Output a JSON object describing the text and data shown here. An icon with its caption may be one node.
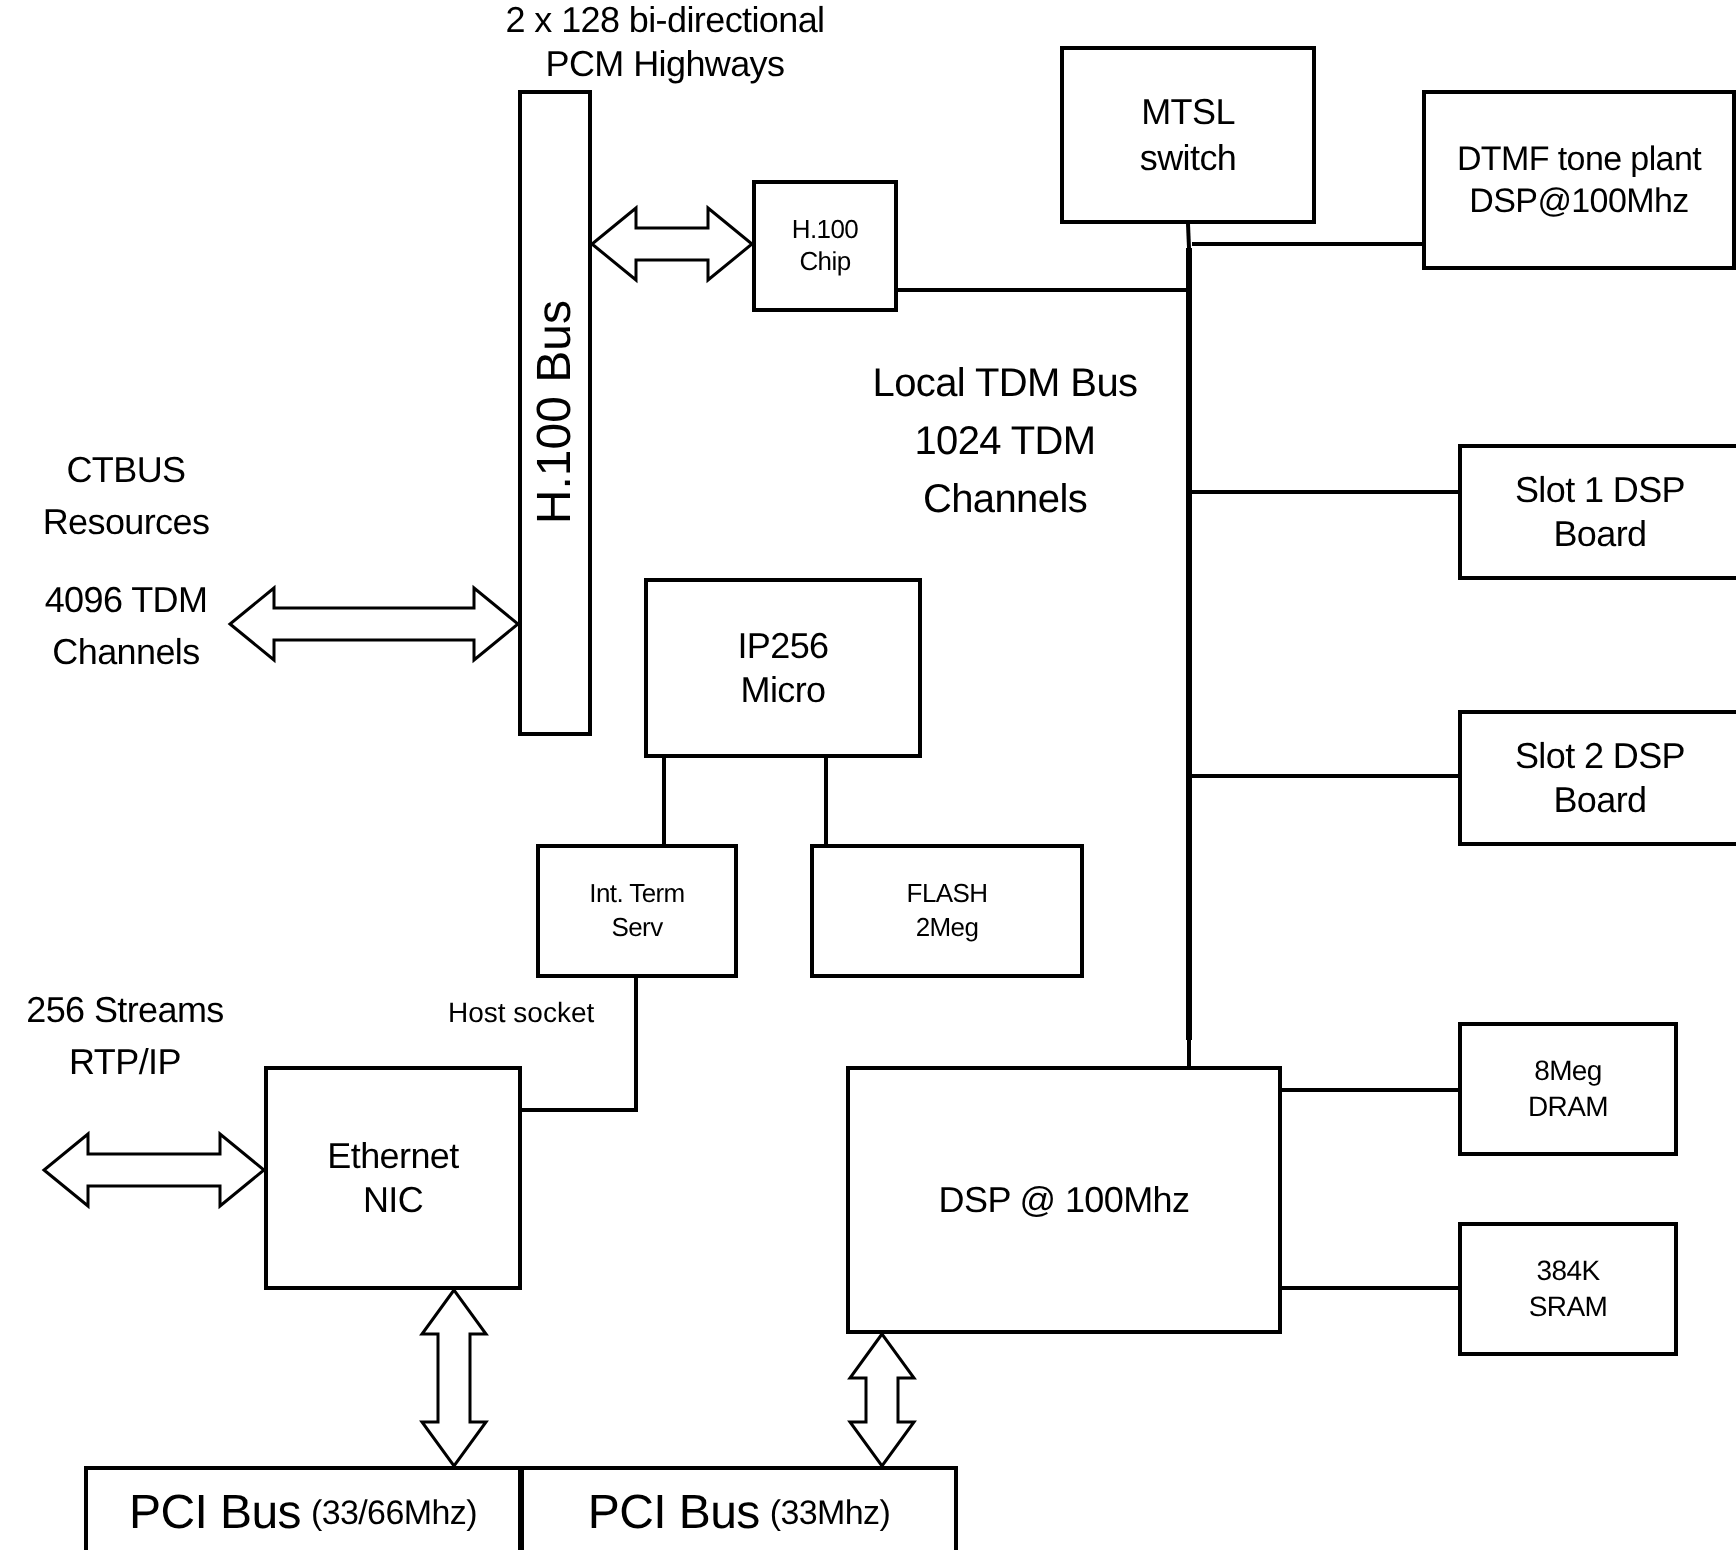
{
  "diagram": {
    "nodes": [
      {
        "text": [
          "H.100 Bus"
        ]
      },
      {
        "text": [
          "H.100 Chip"
        ]
      },
      {
        "text": [
          "MTSL switch"
        ]
      },
      {
        "text": [
          "DTMF tone plant DSP@100Mhz"
        ]
      },
      {
        "text": [],
        "shape": "bar",
        "beside": [
          "Local TDM Bus 1024 TDM Channels"
        ]
      },
      {
        "text": [
          "Slot 1 DSP Board"
        ]
      },
      {
        "text": [
          "Slot 2 DSP Board"
        ]
      },
      {
        "text": [
          "IP256 Micro"
        ]
      },
      {
        "text": [
          "Int. Term Serv"
        ]
      },
      {
        "text": [
          "FLASH 2Meg"
        ]
      },
      {
        "text": [
          "Ethernet NIC"
        ]
      },
      {
        "text": [
          "DSP @ 100Mhz"
        ]
      },
      {
        "text": [
          "8Meg DRAM"
        ]
      },
      {
        "text": [
          "384K SRAM"
        ]
      },
      {
        "text": [
          "PCI Bus",
          "(33/66Mhz)"
        ]
      },
      {
        "text": [
          "PCI Bus",
          "(33Mhz)"
        ]
      }
    ],
    "edges": [
      {
        "from": 0,
        "to": 1,
        "arrow": "both",
        "style": "thick"
      },
      {
        "from": null,
        "to": 0,
        "arrow": "both",
        "style": "thick"
      },
      {
        "from": 1,
        "to": 4,
        "arrow": "none"
      },
      {
        "from": 2,
        "to": 4,
        "arrow": "none"
      },
      {
        "from": 3,
        "to": 4,
        "arrow": "none"
      },
      {
        "from": 5,
        "to": 4,
        "arrow": "none"
      },
      {
        "from": 6,
        "to": 4,
        "arrow": "none"
      },
      {
        "from": 7,
        "to": 8,
        "arrow": "none"
      },
      {
        "from": 7,
        "to": 9,
        "arrow": "none"
      },
      {
        "from": 8,
        "to": 10,
        "arrow": "none",
        "label": "Host socket"
      },
      {
        "from": null,
        "to": 10,
        "arrow": "both",
        "style": "thick"
      },
      {
        "from": 10,
        "to": 14,
        "arrow": "both",
        "style": "thick"
      },
      {
        "from": 11,
        "to": 15,
        "arrow": "both",
        "style": "thick"
      },
      {
        "from": 11,
        "to": 4,
        "arrow": "none"
      },
      {
        "from": 11,
        "to": 12,
        "arrow": "none"
      },
      {
        "from": 11,
        "to": 13,
        "arrow": "none"
      }
    ],
    "labels": [
      "2 x 128 bi-directional PCM Highways",
      "CTBUS Resources",
      "4096 TDM Channels",
      "256 Streams RTP/IP"
    ]
  }
}
